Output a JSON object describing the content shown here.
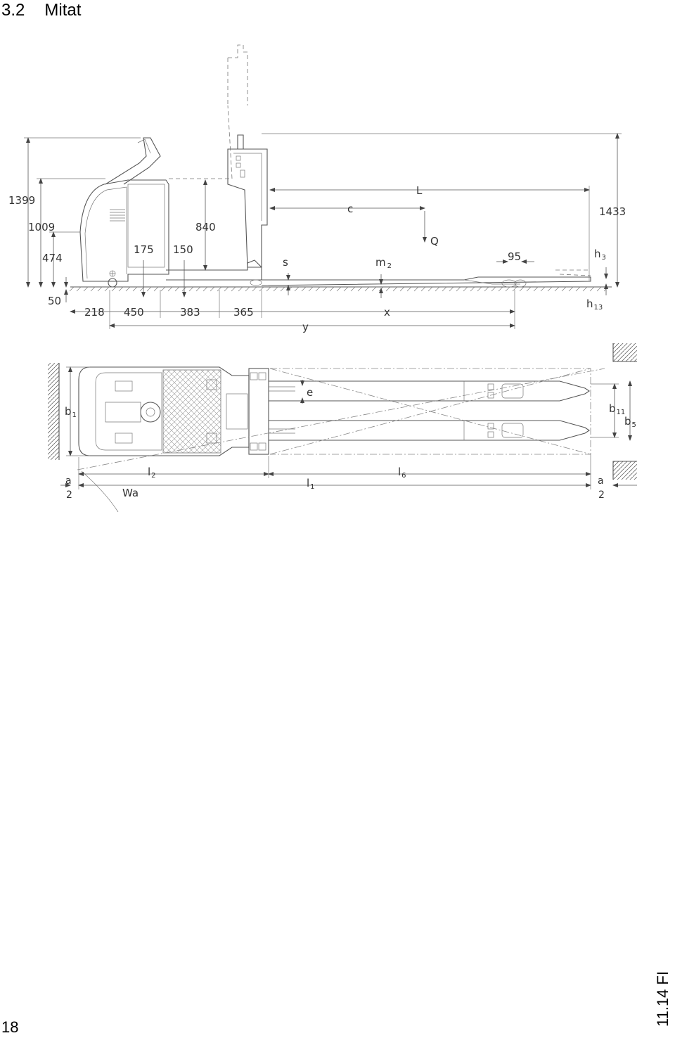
{
  "heading": {
    "number": "3.2",
    "title": "Mitat"
  },
  "side_view": {
    "dims": {
      "d1399": "1399",
      "d1009": "1009",
      "d474": "474",
      "d50": "50",
      "d175": "175",
      "d150": "150",
      "d840": "840",
      "d218": "218",
      "d450": "450",
      "d383": "383",
      "d365": "365",
      "d95": "95",
      "d1433": "1433"
    },
    "symbols": {
      "L": "L",
      "c": "c",
      "Q": "Q",
      "s": "s",
      "m2_base": "m",
      "m2_sub": "2",
      "x": "x",
      "y": "y",
      "h3_base": "h",
      "h3_sub": "3",
      "h13_base": "h",
      "h13_sub": "13"
    }
  },
  "top_view": {
    "symbols": {
      "b1_base": "b",
      "b1_sub": "1",
      "e": "e",
      "b11_base": "b",
      "b11_sub": "11",
      "b5_base": "b",
      "b5_sub": "5",
      "l2_base": "l",
      "l2_sub": "2",
      "l6_base": "l",
      "l6_sub": "6",
      "l1_base": "l",
      "l1_sub": "1",
      "Wa": "Wa",
      "a_num": "a",
      "a_den": "2"
    }
  },
  "footer": {
    "page": "18",
    "date": "11.14 FI"
  }
}
